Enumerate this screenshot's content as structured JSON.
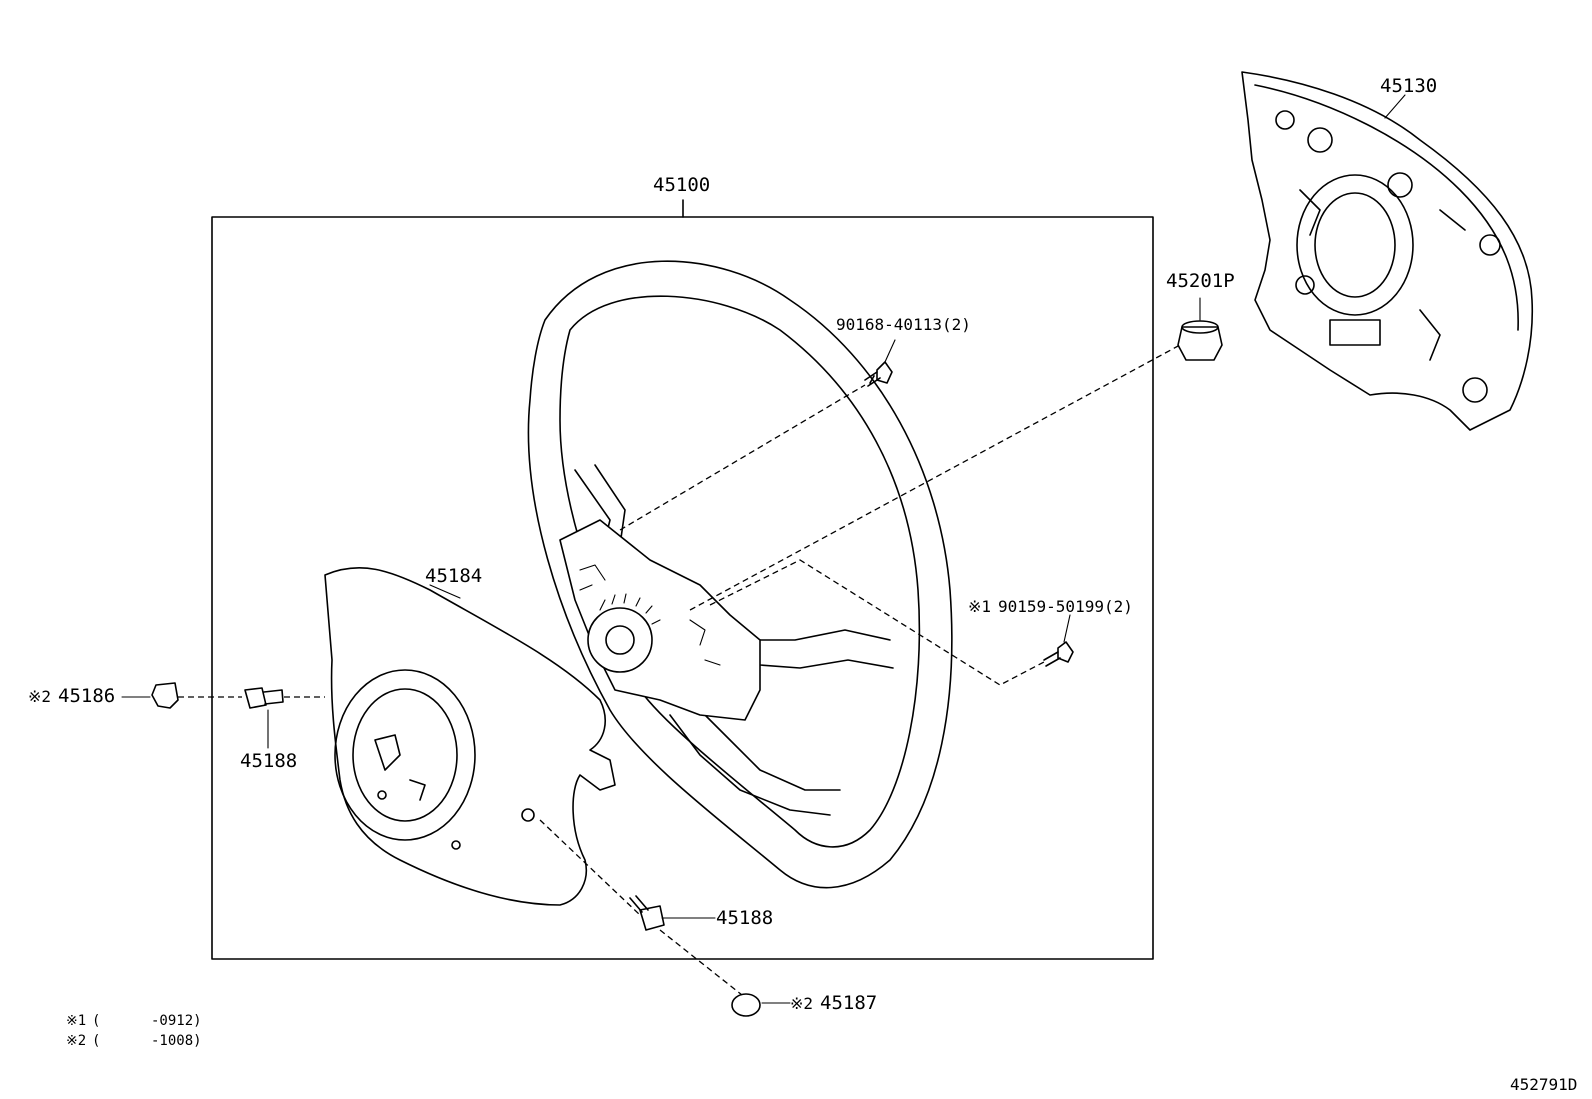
{
  "labels": {
    "assembly": "45100",
    "pad": "45130",
    "bolt_upper": "90168-40113(2)",
    "nut": "45201P",
    "cover": "45184",
    "bolt_right_note": "※1",
    "bolt_right": "90159-50199(2)",
    "clip_left_note": "※2",
    "clip_left": "45186",
    "screw_left": "45188",
    "screw_bottom": "45188",
    "cap_note": "※2",
    "cap": "45187"
  },
  "notes": [
    {
      "mark": "※1",
      "range": "(      -0912)"
    },
    {
      "mark": "※2",
      "range": "(      -1008)"
    }
  ],
  "figure_code": "452791D"
}
